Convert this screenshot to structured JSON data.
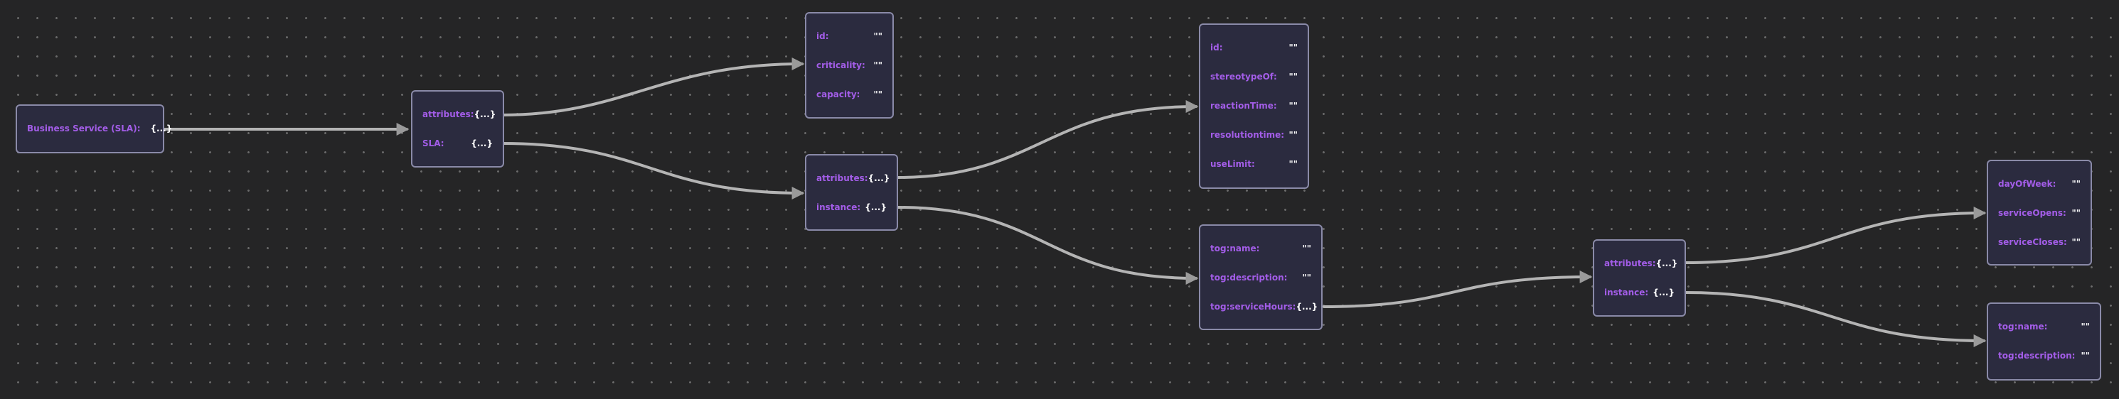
{
  "nodes": [
    {
      "id": "business-service",
      "rows": [
        {
          "key": "Business Service (SLA):",
          "value": "{...}"
        }
      ]
    },
    {
      "id": "sla-root",
      "rows": [
        {
          "key": "attributes:",
          "value": "{...}"
        },
        {
          "key": "SLA:",
          "value": "{...}"
        }
      ]
    },
    {
      "id": "sla-root-attributes",
      "rows": [
        {
          "key": "id:",
          "value": "\"\""
        },
        {
          "key": "criticality:",
          "value": "\"\""
        },
        {
          "key": "capacity:",
          "value": "\"\""
        }
      ]
    },
    {
      "id": "sla",
      "rows": [
        {
          "key": "attributes:",
          "value": "{...}"
        },
        {
          "key": "instance:",
          "value": "{...}"
        }
      ]
    },
    {
      "id": "sla-attributes",
      "rows": [
        {
          "key": "id:",
          "value": "\"\""
        },
        {
          "key": "stereotypeOf:",
          "value": "\"\""
        },
        {
          "key": "reactionTime:",
          "value": "\"\""
        },
        {
          "key": "resolutiontime:",
          "value": "\"\""
        },
        {
          "key": "useLimit:",
          "value": "\"\""
        }
      ]
    },
    {
      "id": "sla-instance",
      "rows": [
        {
          "key": "tog:name:",
          "value": "\"\""
        },
        {
          "key": "tog:description:",
          "value": "\"\""
        },
        {
          "key": "tog:serviceHours:",
          "value": "{...}"
        }
      ]
    },
    {
      "id": "service-hours",
      "rows": [
        {
          "key": "attributes:",
          "value": "{...}"
        },
        {
          "key": "instance:",
          "value": "{...}"
        }
      ]
    },
    {
      "id": "service-hours-attributes",
      "rows": [
        {
          "key": "dayOfWeek:",
          "value": "\"\""
        },
        {
          "key": "serviceOpens:",
          "value": "\"\""
        },
        {
          "key": "serviceCloses:",
          "value": "\"\""
        }
      ]
    },
    {
      "id": "service-hours-instance",
      "rows": [
        {
          "key": "tog:name:",
          "value": "\"\""
        },
        {
          "key": "tog:description:",
          "value": "\"\""
        }
      ]
    }
  ],
  "colors": {
    "background": "#252526",
    "node_fill": "#2b2b3f",
    "node_border": "#8a8aa8",
    "key": "#a35de8",
    "value": "#ffffff",
    "edge": "#b0b0b0"
  }
}
